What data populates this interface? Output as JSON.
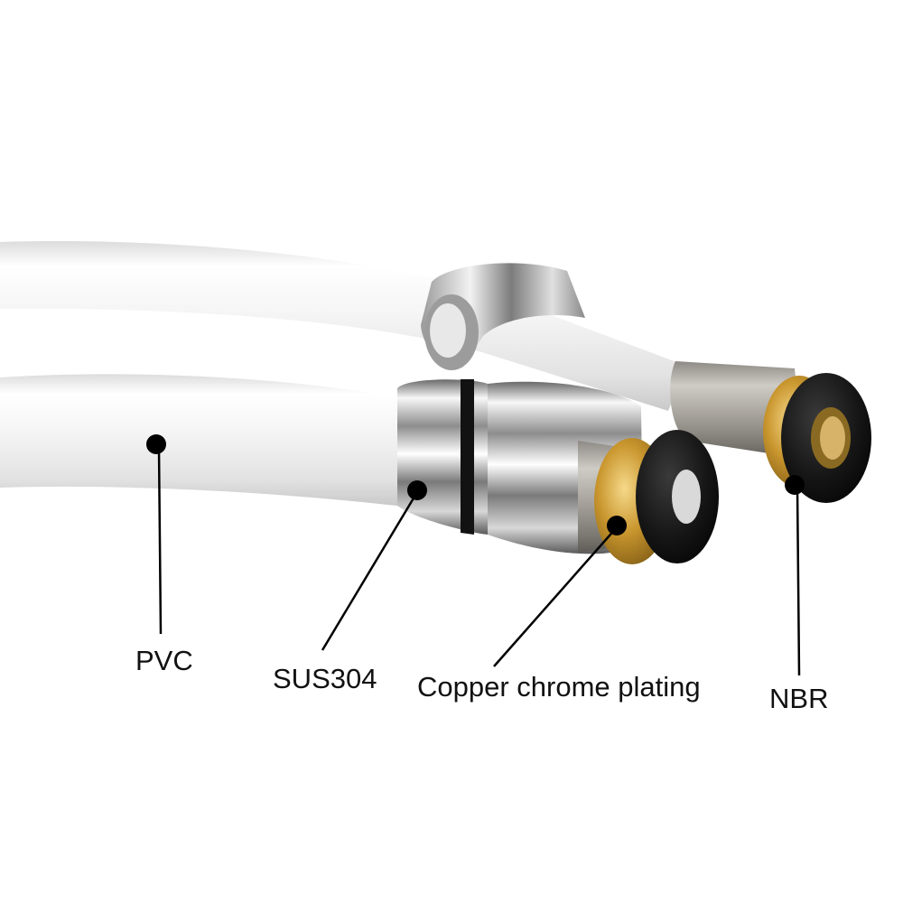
{
  "product": {
    "subject": "Shower hose with chrome nut, stainless sleeve, brass fitting and rubber washer",
    "background_color": "#ffffff",
    "callouts": [
      {
        "id": "pvc",
        "label": "PVC"
      },
      {
        "id": "sus304",
        "label": "SUS304"
      },
      {
        "id": "copper",
        "label": "Copper chrome plating"
      },
      {
        "id": "nbr",
        "label": "NBR"
      }
    ]
  }
}
